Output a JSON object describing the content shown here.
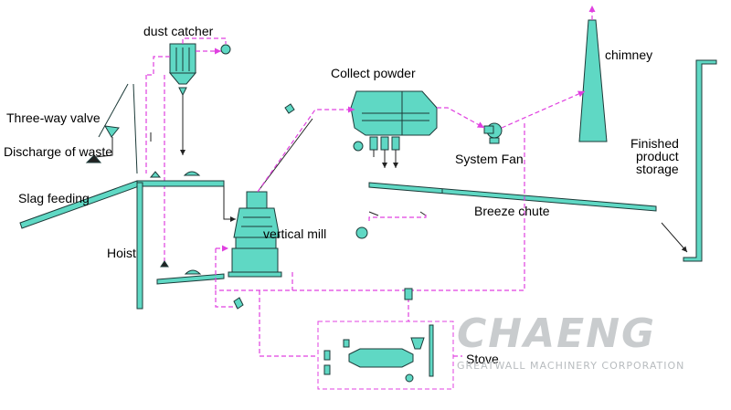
{
  "labels": {
    "dust_catcher": "dust catcher",
    "collect_powder": "Collect powder",
    "chimney": "chimney",
    "three_way_valve": "Three-way valve",
    "discharge_of_waste": "Discharge of waste",
    "system_fan": "System Fan",
    "finished_line1": "Finished",
    "finished_line2": "product",
    "finished_line3": "storage",
    "slag_feeding": "Slag feeding",
    "breeze_chute": "Breeze chute",
    "vertical_mill": "vertical mill",
    "hoist": "Hoist",
    "stove": "Stove"
  },
  "watermark": {
    "brand": "CHAENG",
    "company": "GREATWALL MACHINERY CORPORATION"
  },
  "colors": {
    "equipment_fill": "#5fd8c4",
    "equipment_stroke": "#1c3a38",
    "airflow_line": "#e040e0",
    "material_line": "#222222"
  }
}
